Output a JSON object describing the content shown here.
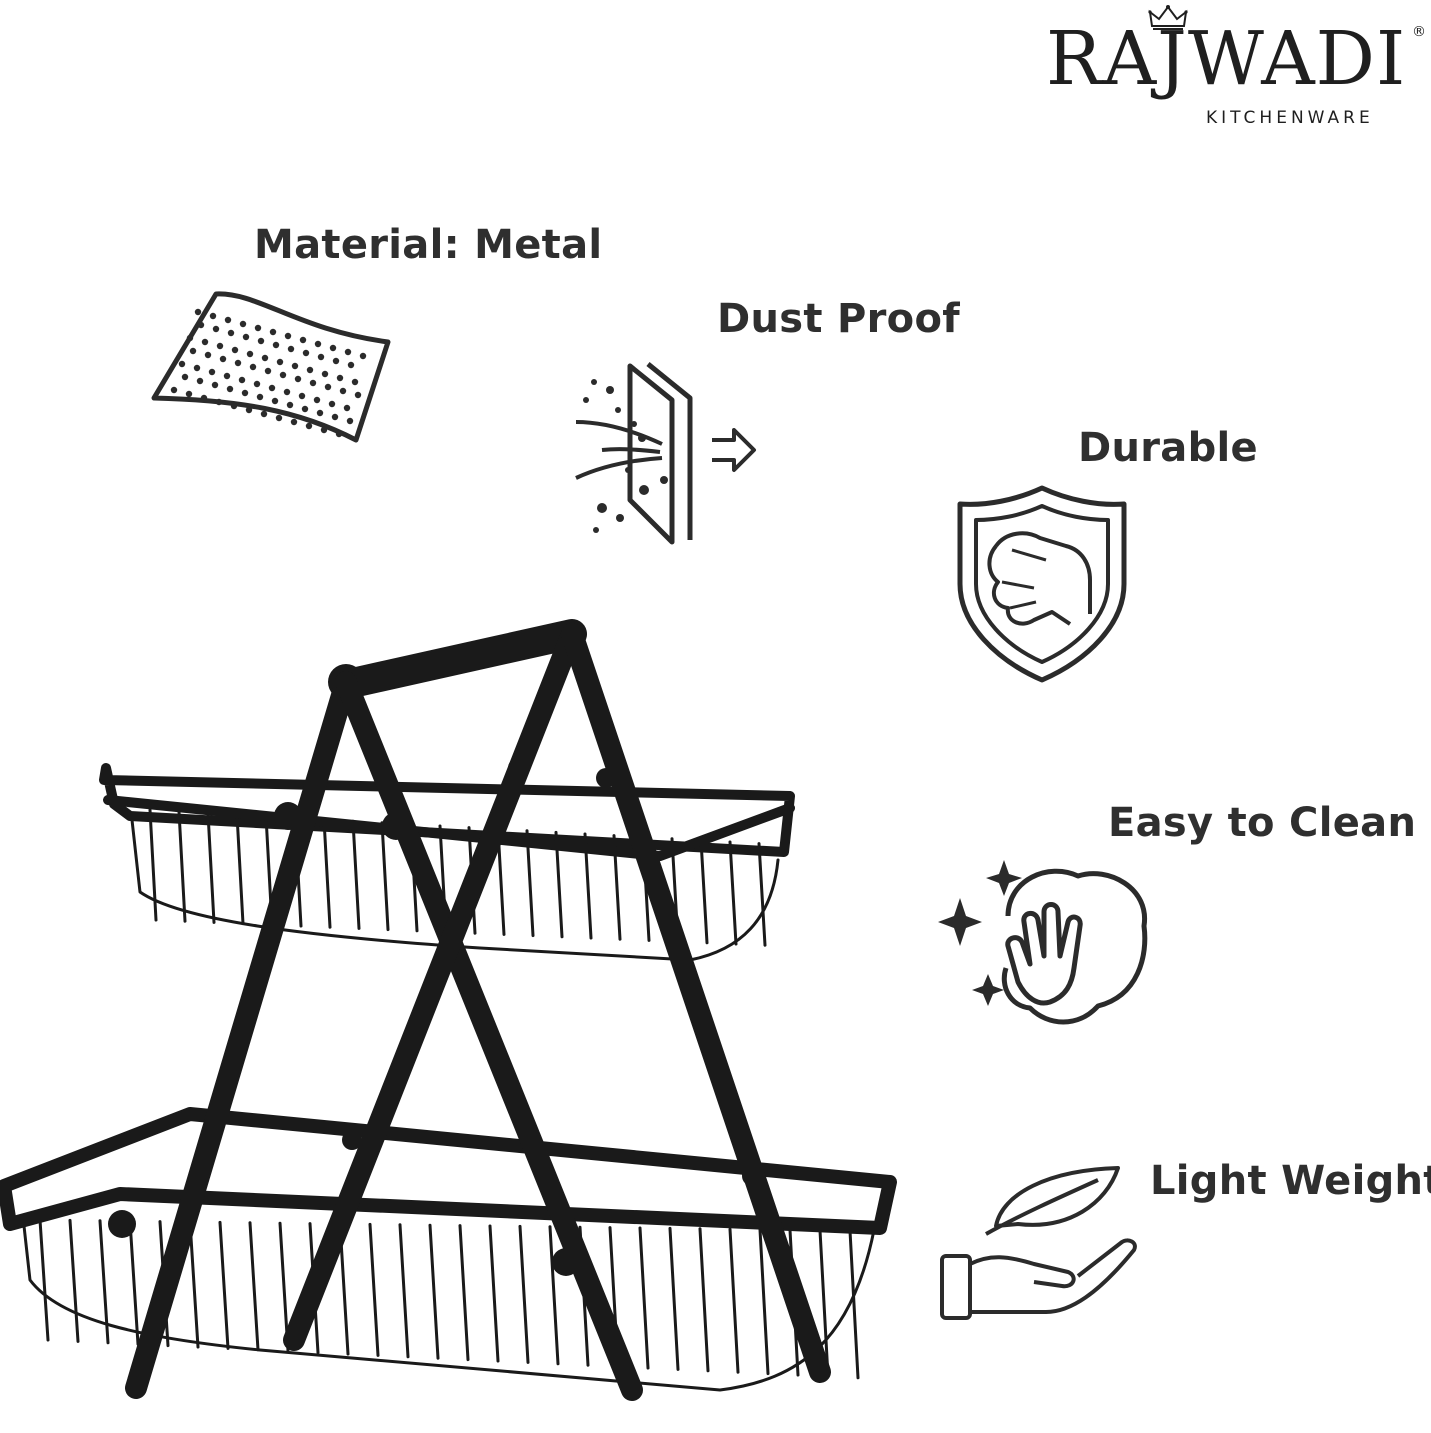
{
  "brand": {
    "name": "RAJWADI",
    "tagline": "KITCHENWARE",
    "registered": "®"
  },
  "features": [
    {
      "label": "Material: Metal",
      "icon": "perforated-sheet-icon"
    },
    {
      "label": "Dust Proof",
      "icon": "dust-filter-icon"
    },
    {
      "label": "Durable",
      "icon": "shield-fist-icon"
    },
    {
      "label": "Easy to Clean",
      "icon": "wiping-hand-icon"
    },
    {
      "label": "Light Weight",
      "icon": "feather-hand-icon"
    }
  ],
  "product": {
    "icon": "two-tier-basket-image"
  },
  "colors": {
    "text": "#2f2f2f",
    "product": "#1a1a1a",
    "background": "#ffffff"
  }
}
